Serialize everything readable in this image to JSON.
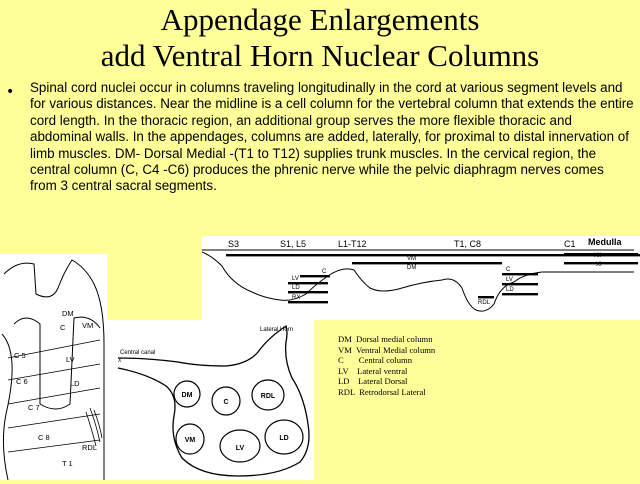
{
  "title": {
    "line1": "Appendage Enlargements",
    "line2": "add Ventral Horn Nuclear Columns"
  },
  "bullet": "•",
  "paragraph": "Spinal cord nuclei occur in columns traveling longitudinally in the cord at various segment levels and for various distances. Near the midline is a cell column for the vertebral column that extends the entire cord length.  In the thoracic region, an additional group serves the more flexible thoracic and abdominal walls.  In the appendages, columns are added, laterally, for proximal to distal innervation of limb muscles. DM- Dorsal Medial  -(T1 to T12)   supplies trunk muscles. In the cervical region, the central column (C, C4 -C6) produces the phrenic nerve while the pelvic diaphragm nerves comes from 3 central sacral segments.",
  "longitudinal_diagram": {
    "segment_labels": [
      "S3",
      "S1, L5",
      "L1-T12",
      "T1, C8",
      "C1"
    ],
    "medulla_label": "Medulla",
    "cranial_labels": [
      "XII",
      "XI"
    ],
    "column_labels": {
      "vm": "VM",
      "dm": "DM",
      "c_lumbar": "C",
      "lv_lumbar": "LV",
      "ld_lumbar": "LD",
      "rx_lumbar": "RX",
      "c_cervical": "C",
      "lv_cervical": "LV",
      "ld_cervical": "LD",
      "rdl_cervical": "RDL"
    }
  },
  "left_cord_diagram": {
    "labels": {
      "dm": "DM",
      "vm": "VM",
      "c": "C",
      "lv": "LV",
      "ld": "LD",
      "rdl": "RDL",
      "c5": "C 5",
      "c6": "C 6",
      "c7": "C 7",
      "c8": "C 8",
      "t1": "T 1"
    }
  },
  "cross_section": {
    "lateral_horn": "Lateral Horn",
    "central_canal": "Central canal",
    "x_mark": "X",
    "nuclei": [
      "DM",
      "C",
      "RDL",
      "VM",
      "LV",
      "LD"
    ]
  },
  "legend": [
    "DM  Dorsal medial column",
    "VM  Ventral Medial column",
    "C       Central column",
    "LV    Lateral ventral",
    "LD    Lateral Dorsal",
    "RDL  Retrodorsal Lateral"
  ],
  "colors": {
    "background": "#ffff99",
    "panel": "#ffffff",
    "ink": "#000000"
  }
}
